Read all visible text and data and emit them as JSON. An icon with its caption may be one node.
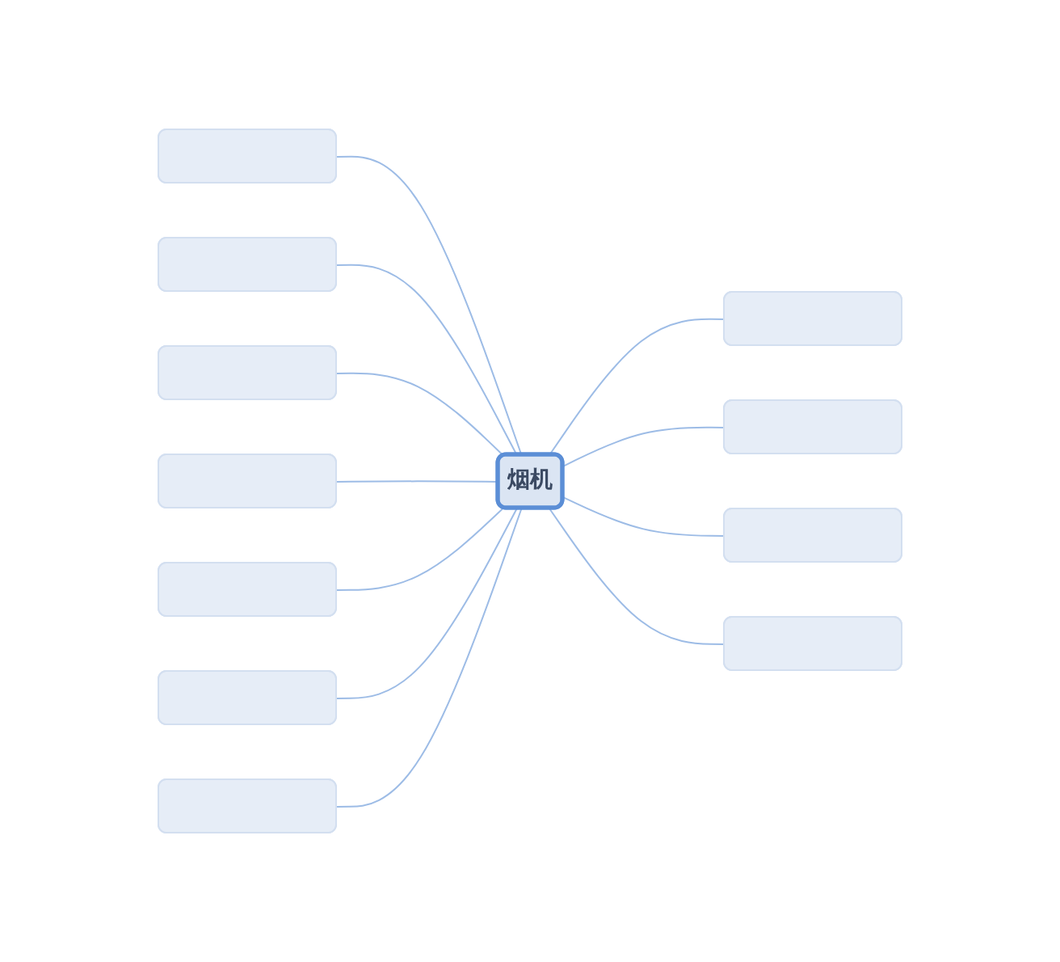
{
  "diagram": {
    "nodes": [
      {
        "text": [
          "烟机"
        ]
      },
      {
        "text": [],
        "shape": "box"
      },
      {
        "text": [],
        "shape": "box"
      },
      {
        "text": [],
        "shape": "box"
      },
      {
        "text": [],
        "shape": "box"
      },
      {
        "text": [],
        "shape": "box"
      },
      {
        "text": [],
        "shape": "box"
      },
      {
        "text": [],
        "shape": "box"
      },
      {
        "text": [],
        "shape": "box"
      },
      {
        "text": [],
        "shape": "box"
      },
      {
        "text": [],
        "shape": "box"
      },
      {
        "text": [],
        "shape": "box"
      }
    ],
    "edges": [
      {
        "from": 0,
        "to": 1,
        "arrow": "none"
      },
      {
        "from": 0,
        "to": 2,
        "arrow": "none"
      },
      {
        "from": 0,
        "to": 3,
        "arrow": "none"
      },
      {
        "from": 0,
        "to": 4,
        "arrow": "none"
      },
      {
        "from": 0,
        "to": 5,
        "arrow": "none"
      },
      {
        "from": 0,
        "to": 6,
        "arrow": "none"
      },
      {
        "from": 0,
        "to": 7,
        "arrow": "none"
      },
      {
        "from": 0,
        "to": 8,
        "arrow": "none"
      },
      {
        "from": 0,
        "to": 9,
        "arrow": "none"
      },
      {
        "from": 0,
        "to": 10,
        "arrow": "none"
      },
      {
        "from": 0,
        "to": 11,
        "arrow": "none"
      }
    ]
  }
}
